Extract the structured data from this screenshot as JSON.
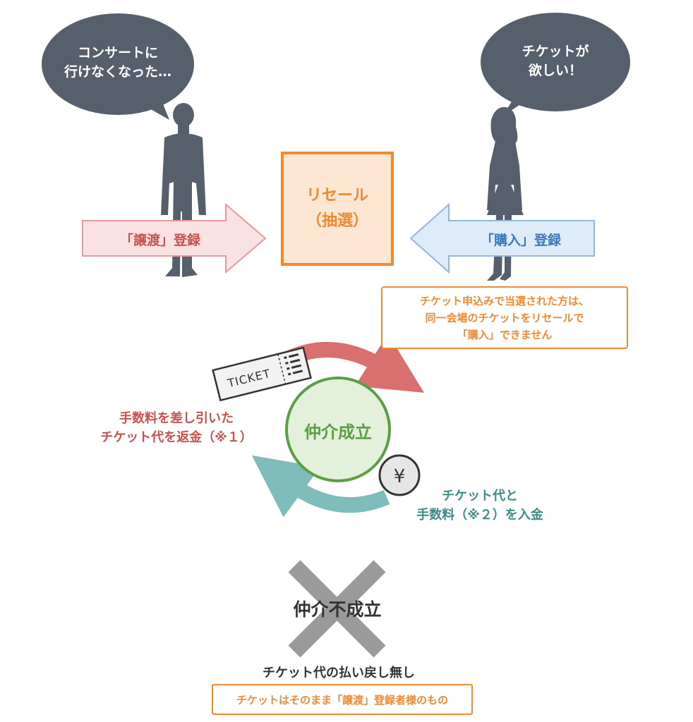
{
  "bubbles": {
    "seller": {
      "line1": "コンサートに",
      "line2": "行けなくなった…"
    },
    "buyer": {
      "line1": "チケットが",
      "line2": "欲しい！"
    }
  },
  "resale": {
    "line1": "リセール",
    "line2": "（抽選）"
  },
  "arrows": {
    "sell_register": "「譲渡」登録",
    "buy_register": "「購入」登録"
  },
  "notice": {
    "line1": "チケット申込みで当選された方は、",
    "line2": "同一会場のチケットをリセールで",
    "line3": "「購入」できません"
  },
  "ticket": {
    "label": "TICKET"
  },
  "yen": {
    "symbol": "¥"
  },
  "success": {
    "label": "仲介成立",
    "refund_line1": "手数料を差し引いた",
    "refund_line2": "チケット代を返金（※１）",
    "payment_line1": "チケット代と",
    "payment_line2": "手数料（※２）を入金"
  },
  "failure": {
    "label": "仲介不成立",
    "no_refund": "チケット代の払い戻し無し",
    "note": "チケットはそのまま「譲渡」登録者様のもの"
  },
  "colors": {
    "bubble": "#56606d",
    "silhouette": "#56606d",
    "orange": "#ef8a32",
    "orange_fill": "#fde7d3",
    "red_text": "#c9514f",
    "red_arrow_fill": "#fbe2e2",
    "red_arrow_stroke": "#e49aa0",
    "blue_text": "#3c78c0",
    "blue_arrow_fill": "#deebf9",
    "blue_arrow_stroke": "#8fb8e4",
    "green": "#5b9e45",
    "green_fill": "#e4f1da",
    "cycle_red": "#d9706f",
    "cycle_teal": "#7fbcbc",
    "teal_text": "#3d8c87",
    "gray_x": "#9a9a9a",
    "dark_text": "#333333"
  }
}
